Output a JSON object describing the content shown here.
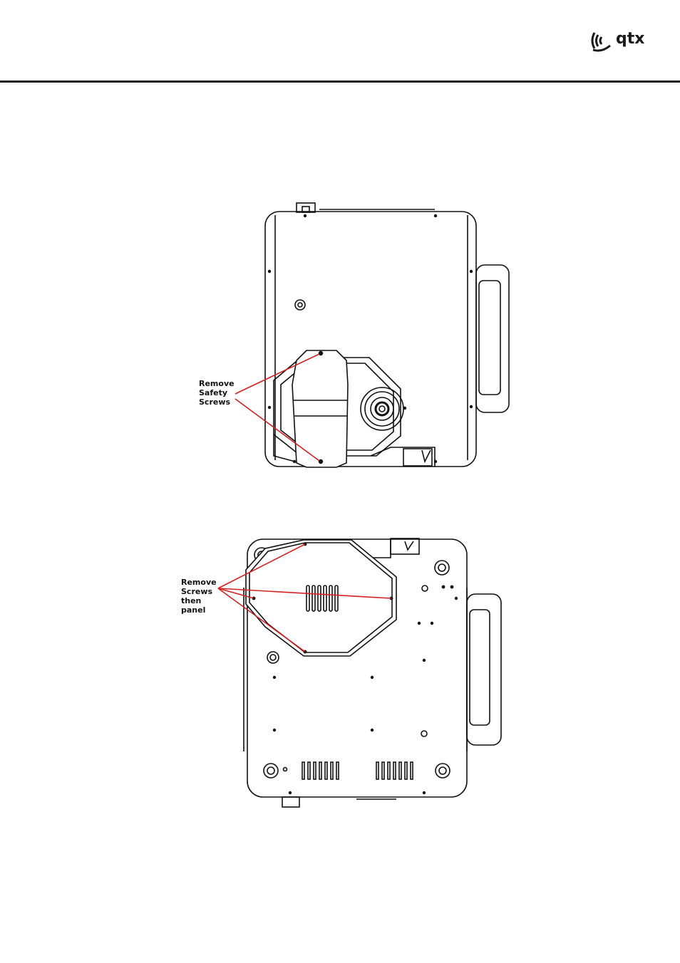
{
  "brand": {
    "logo_text": "qtx"
  },
  "figures": [
    {
      "label": "Remove\nSafety\nScrews"
    },
    {
      "label": "Remove\nScrews\nthen\npanel"
    }
  ]
}
